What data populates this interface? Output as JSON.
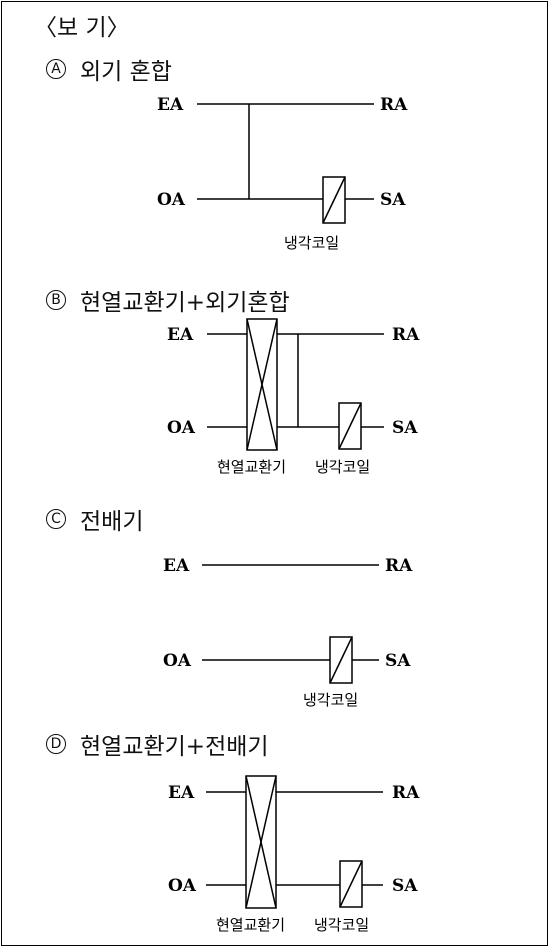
{
  "header": "〈보 기〉",
  "options": [
    {
      "letter": "A",
      "title": "외기 혼합",
      "labels": {
        "ea": "EA",
        "ra": "RA",
        "oa": "OA",
        "sa": "SA",
        "coil": "냉각코일"
      }
    },
    {
      "letter": "B",
      "title": "현열교환기+외기혼합",
      "labels": {
        "ea": "EA",
        "ra": "RA",
        "oa": "OA",
        "sa": "SA",
        "hx": "현열교환기",
        "coil": "냉각코일"
      }
    },
    {
      "letter": "C",
      "title": "전배기",
      "labels": {
        "ea": "EA",
        "ra": "RA",
        "oa": "OA",
        "sa": "SA",
        "coil": "냉각코일"
      }
    },
    {
      "letter": "D",
      "title": "현열교환기+전배기",
      "labels": {
        "ea": "EA",
        "ra": "RA",
        "oa": "OA",
        "sa": "SA",
        "hx": "현열교환기",
        "coil": "냉각코일"
      }
    }
  ]
}
